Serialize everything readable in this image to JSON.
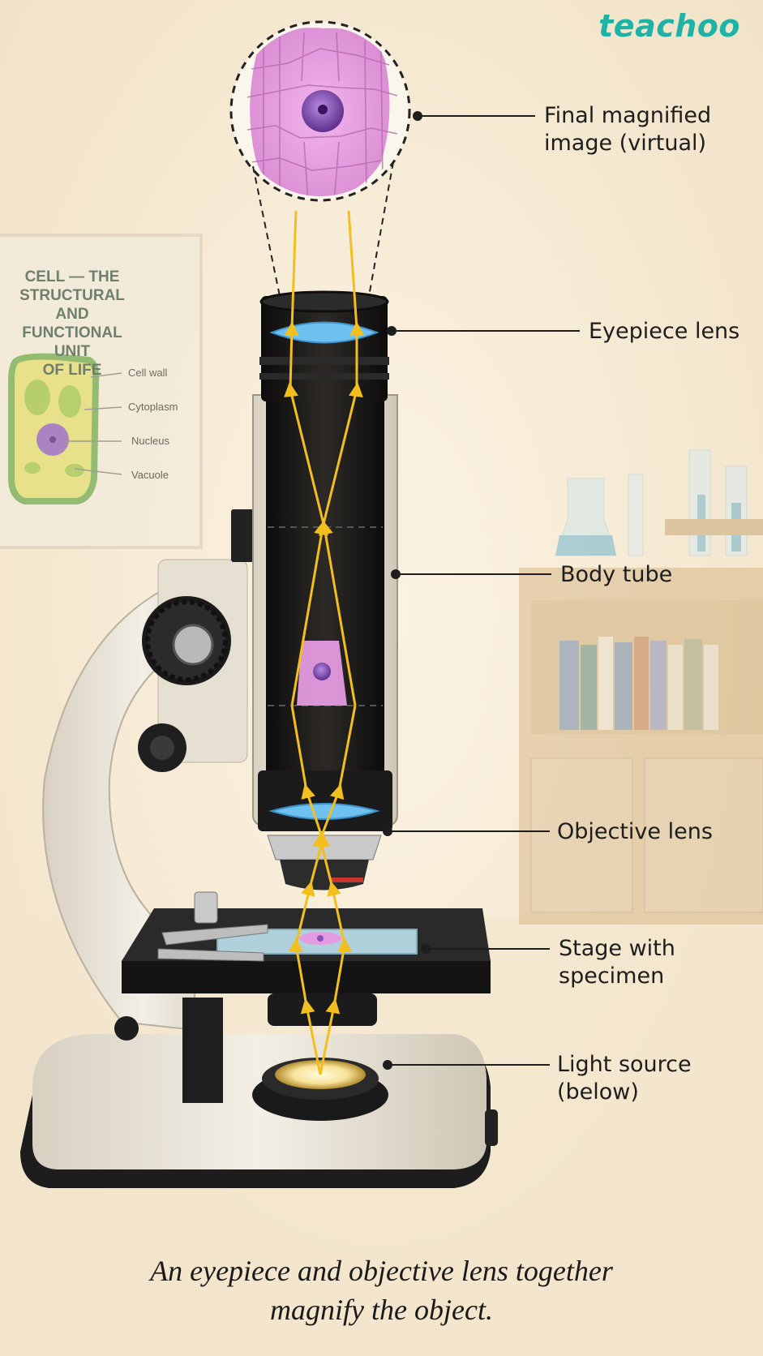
{
  "brand": "teachoo",
  "poster": {
    "title_lines": [
      "CELL — THE",
      "STRUCTURAL AND",
      "FUNCTIONAL UNIT",
      "OF LIFE"
    ],
    "labels": [
      "Cell wall",
      "Cytoplasm",
      "Nucleus",
      "Vacuole"
    ]
  },
  "callouts": {
    "final_image": [
      "Final magnified",
      "image (virtual)"
    ],
    "eyepiece": "Eyepiece lens",
    "body_tube": "Body tube",
    "objective": "Objective lens",
    "stage": "Stage with specimen",
    "light": "Light source (below)"
  },
  "caption": [
    "An eyepiece and objective lens together",
    "magnify the object."
  ],
  "colors": {
    "background": "#f6ead3",
    "brand": "#1fb3a5",
    "light_ray": "#f2bf1f",
    "lens": "#6fc2f0",
    "cell": "#e49be0",
    "nucleus": "#8a4fb8",
    "tube": "#1c1c1c",
    "body": "#e9e3d6"
  }
}
